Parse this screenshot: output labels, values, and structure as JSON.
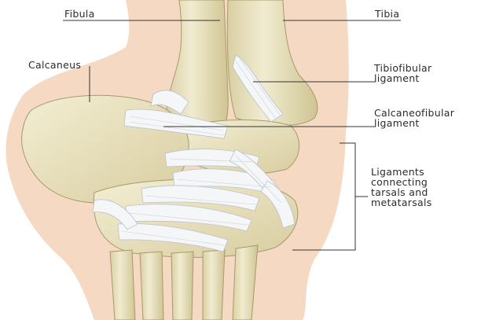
{
  "labels": {
    "fibula": "Fibula",
    "tibia": "Tibia",
    "calcaneus": "Calcaneus",
    "tibiofibular": "Tibiofibular\nligament",
    "calcaneofibular": "Calcaneofibular\nligament",
    "tarsal_ligaments": "Ligaments\nconnecting\ntarsals and\nmetatarsals"
  },
  "colors": {
    "skin": "#f6d9c3",
    "bone": "#e9e2bd",
    "bone_shadow": "#c9bf92",
    "bone_outline": "#a59a6b",
    "ligament": "#f4f6f8",
    "ligament_line": "#b8c2cc",
    "leader_line": "#333333"
  }
}
